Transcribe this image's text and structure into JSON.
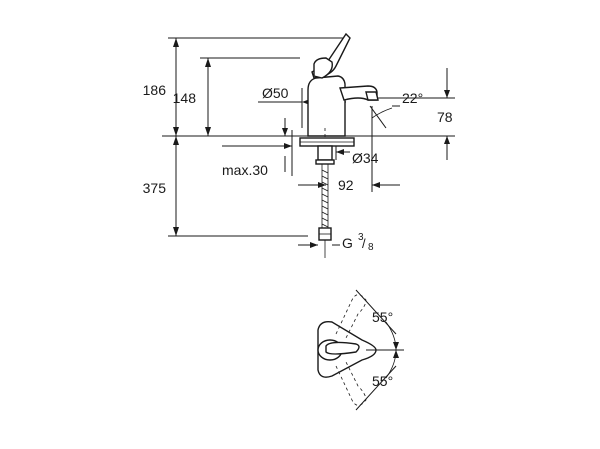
{
  "labels": {
    "height_186": "186",
    "height_148": "148",
    "diameter_50": "Ø50",
    "angle_22": "22°",
    "height_78": "78",
    "diameter_34": "Ø34",
    "max_30": "max.30",
    "height_375": "375",
    "reach_92": "92",
    "thread_g": "G",
    "thread_num": "3",
    "thread_den": "8",
    "angle_55_top": "55°",
    "angle_55_bottom": "55°"
  },
  "colors": {
    "line": "#1a1a1a",
    "background": "#ffffff"
  }
}
